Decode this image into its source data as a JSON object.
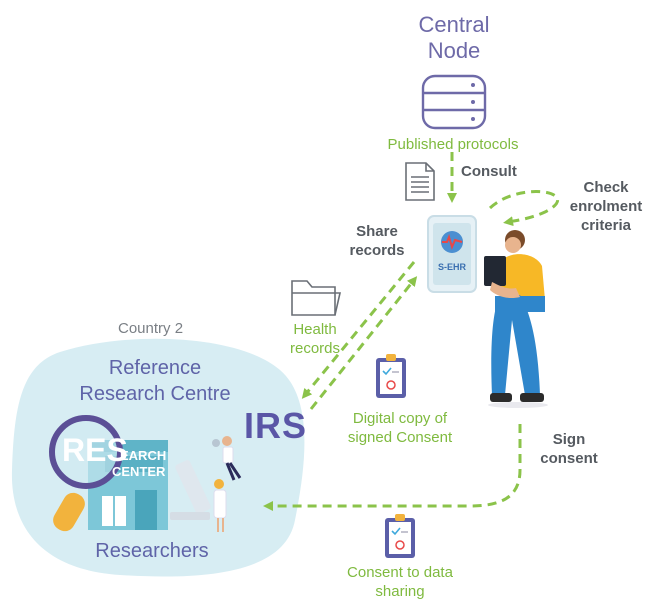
{
  "central_node": {
    "title": "Central\nNode"
  },
  "labels": {
    "published_protocols": "Published protocols",
    "consult": "Consult",
    "check_enrolment": "Check\nenrolment\ncriteria",
    "share_records": "Share\nrecords",
    "health_records": "Health\nrecords",
    "country": "Country 2",
    "reference_centre": "Reference\nResearch Centre",
    "irs": "IRS",
    "digital_copy": "Digital copy of\nsigned Consent",
    "sign_consent": "Sign\nconsent",
    "researchers": "Researchers",
    "consent_sharing": "Consent to data\nsharing",
    "sehr": "S-EHR",
    "res": "RES",
    "building_sign_1": "EARCH",
    "building_sign_2": "CENTER"
  },
  "colors": {
    "arrow": "#8bc34a",
    "blob": "#d7edf3",
    "node_title": "#6e6aa8",
    "irs": "#5a56a6",
    "green_text": "#7fba3f"
  },
  "icons": [
    "database-icon",
    "document-icon",
    "phone-icon",
    "person-icon",
    "folder-icon",
    "clipboard-icon",
    "magnifier-icon",
    "building-icon",
    "microscope-icon",
    "researcher-icon"
  ]
}
